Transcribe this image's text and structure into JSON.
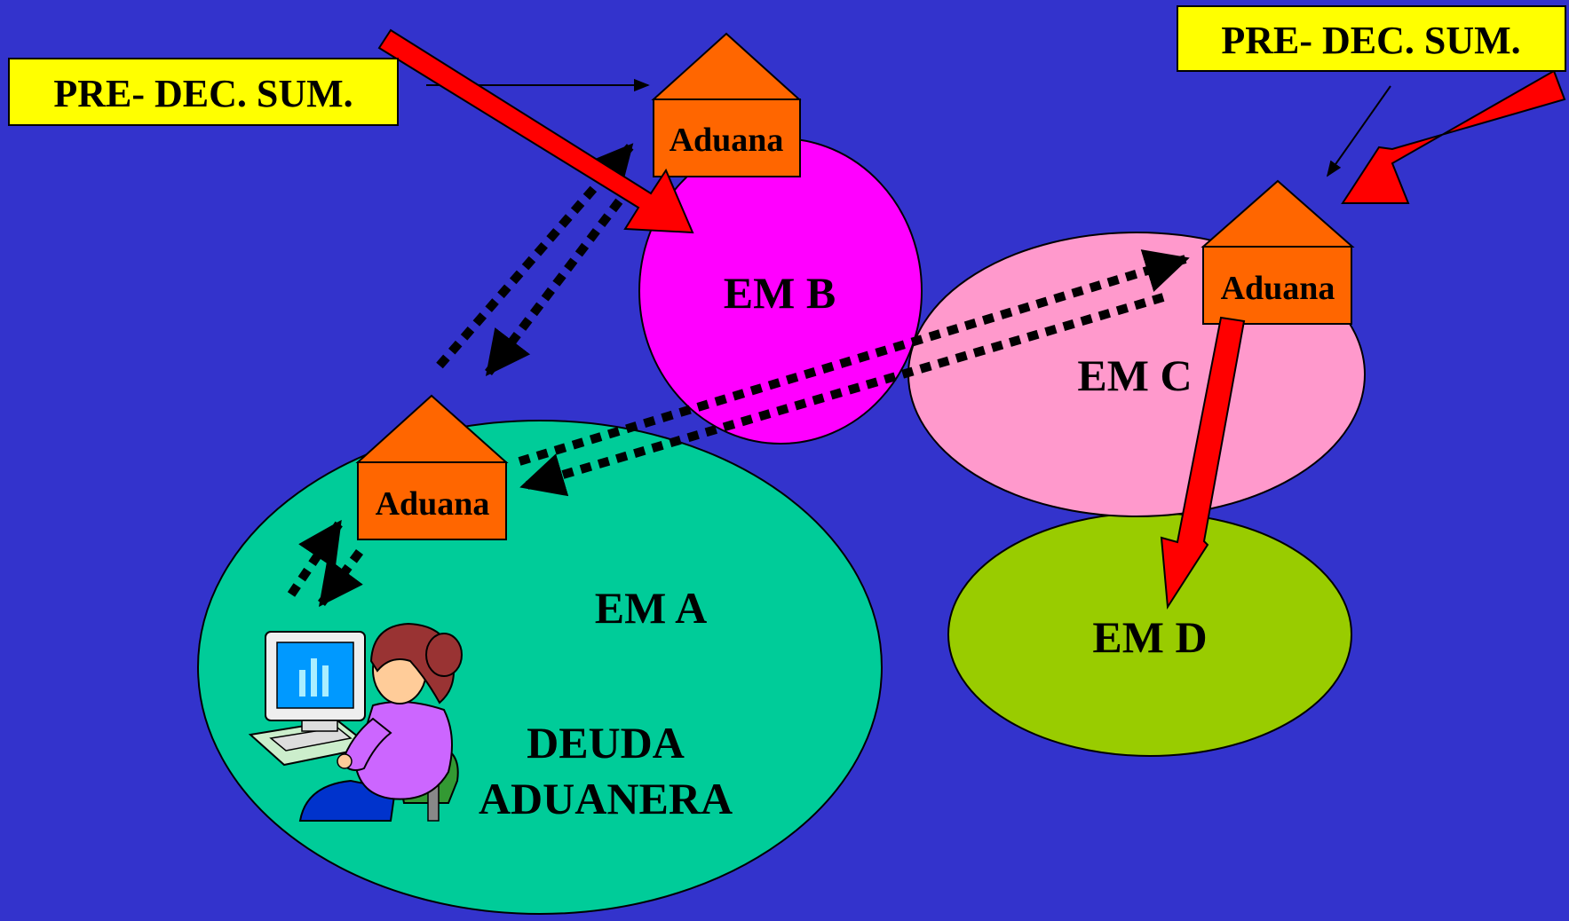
{
  "colors": {
    "background": "#3333CC",
    "label_box": "#FFFF00",
    "customs_house": "#FF6600",
    "em_a": "#00CC99",
    "em_b": "#FF00FF",
    "em_c": "#FF99CC",
    "em_d": "#99CC00",
    "flow_arrow": "#FF0000",
    "dotted_arrow": "#000000"
  },
  "labels": {
    "pre_dec_left": "PRE- DEC.  SUM.",
    "pre_dec_right": "PRE- DEC.  SUM."
  },
  "customs": {
    "b": "Aduana",
    "c": "Aduana",
    "a": "Aduana"
  },
  "regions": {
    "em_a": "EM A",
    "em_b": "EM B",
    "em_c": "EM C",
    "em_d": "EM D"
  },
  "debt": {
    "line1": "DEUDA",
    "line2": "ADUANERA"
  },
  "icons": {
    "clerk": "person-at-computer-icon"
  }
}
